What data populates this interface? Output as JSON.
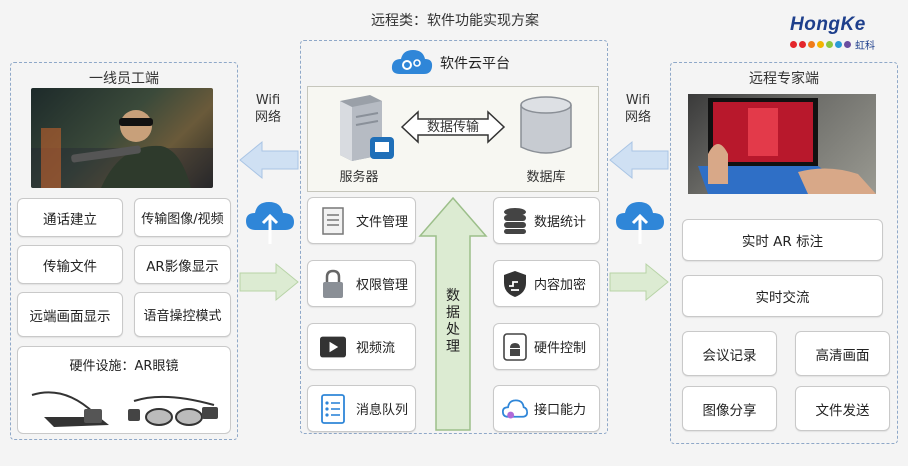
{
  "page_title": "远程类：软件功能实现方案",
  "logo": {
    "text": "HongKe",
    "sub": "虹科",
    "colors": [
      "#e4262b",
      "#e4262b",
      "#ef7b1a",
      "#f4b400",
      "#8cc63f",
      "#2a9bd6",
      "#6b4ea0"
    ]
  },
  "left_panel": {
    "title": "一线员工端",
    "buttons": [
      "通话建立",
      "传输图像/视频",
      "传输文件",
      "AR影像显示",
      "远端画面显示",
      "语音操控模式"
    ],
    "hardware_title": "硬件设施：AR眼镜"
  },
  "cloud": {
    "title": "软件云平台",
    "server_label": "服务器",
    "db_label": "数据库",
    "transfer_label": "数据传输",
    "processing_label": "数据处理",
    "left_modules": [
      {
        "label": "文件管理",
        "icon": "document-icon"
      },
      {
        "label": "权限管理",
        "icon": "lock-icon"
      },
      {
        "label": "视频流",
        "icon": "play-icon"
      },
      {
        "label": "消息队列",
        "icon": "list-icon"
      }
    ],
    "right_modules": [
      {
        "label": "数据统计",
        "icon": "database-icon"
      },
      {
        "label": "内容加密",
        "icon": "shield-icon"
      },
      {
        "label": "硬件控制",
        "icon": "android-icon"
      },
      {
        "label": "接口能力",
        "icon": "cloud-api-icon"
      }
    ]
  },
  "wifi_left": {
    "line1": "Wifi",
    "line2": "网络"
  },
  "wifi_right": {
    "line1": "Wifi",
    "line2": "网络"
  },
  "right_panel": {
    "title": "远程专家端",
    "wide_buttons": [
      "实时 AR 标注",
      "实时交流"
    ],
    "buttons": [
      "会议记录",
      "高清画面",
      "图像分享",
      "文件发送"
    ]
  },
  "colors": {
    "frame": "#8fa8c8",
    "arrow_blue": "#cfe0f3",
    "arrow_green": "#dcebd2",
    "cloud_blue": "#2f86d8"
  }
}
